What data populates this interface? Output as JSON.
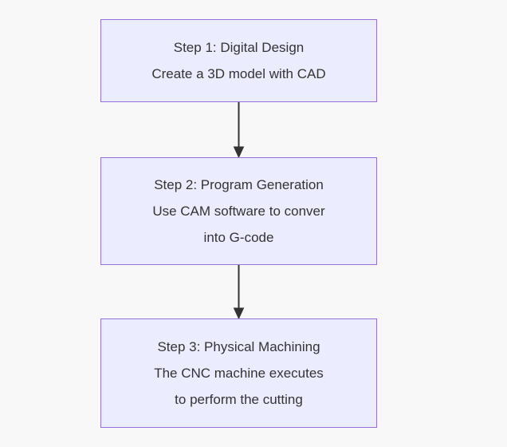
{
  "diagram": {
    "type": "flowchart",
    "direction": "top-down",
    "nodes": [
      {
        "id": "step1",
        "lines": [
          "Step 1: Digital Design",
          "Create a 3D model with CAD"
        ]
      },
      {
        "id": "step2",
        "lines": [
          "Step 2: Program Generation",
          "Use CAM software to conver",
          "into G-code"
        ]
      },
      {
        "id": "step3",
        "lines": [
          "Step 3: Physical Machining",
          "The CNC machine executes",
          "to perform the cutting"
        ]
      }
    ],
    "edges": [
      {
        "from": "step1",
        "to": "step2"
      },
      {
        "from": "step2",
        "to": "step3"
      }
    ],
    "colors": {
      "background": "#f8f8f8",
      "node_fill": "#ECECFF",
      "node_border": "#9370DB",
      "arrow": "#333333",
      "text": "#333333"
    }
  }
}
